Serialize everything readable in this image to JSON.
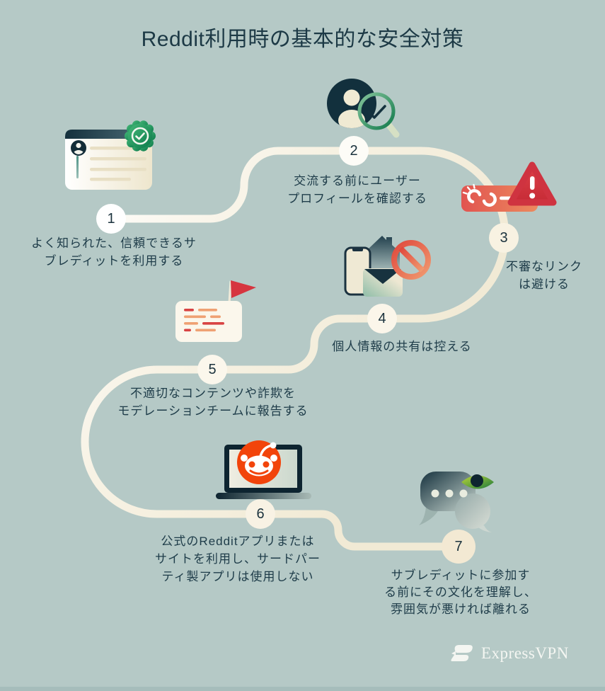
{
  "title": "Reddit利用時の基本的な安全対策",
  "steps": [
    {
      "number": "1",
      "icon": "verified-subreddit-card-icon",
      "lines": [
        "よく知られた、信頼できるサ",
        "ブレディットを利用する"
      ]
    },
    {
      "number": "2",
      "icon": "profile-magnifier-icon",
      "lines": [
        "交流する前にユーザー",
        "プロフィールを確認する"
      ]
    },
    {
      "number": "3",
      "icon": "broken-link-warning-icon",
      "lines": [
        "不審なリンク",
        "は避ける"
      ]
    },
    {
      "number": "4",
      "icon": "no-personal-info-icon",
      "lines": [
        "個人情報の共有は控える"
      ]
    },
    {
      "number": "5",
      "icon": "report-flag-card-icon",
      "lines": [
        "不適切なコンテンツや詐欺を",
        "モデレーションチームに報告する"
      ]
    },
    {
      "number": "6",
      "icon": "official-reddit-app-icon",
      "lines": [
        "公式のRedditアプリまたは",
        "サイトを利用し、サードパー",
        "ティ製アプリは使用しない"
      ]
    },
    {
      "number": "7",
      "icon": "community-culture-eye-icon",
      "lines": [
        "サブレディットに参加す",
        "る前にその文化を理解し、",
        "雰囲気が悪ければ離れる"
      ]
    }
  ],
  "footer": {
    "brand": "ExpressVPN"
  },
  "colors": {
    "background": "#b5c9c6",
    "path_cream": "#f2ecd8",
    "text_dark": "#1e3c49",
    "alert_red": "#d6353f",
    "badge_green": "#1c8a5f",
    "reddit_orange": "#f2440b"
  }
}
